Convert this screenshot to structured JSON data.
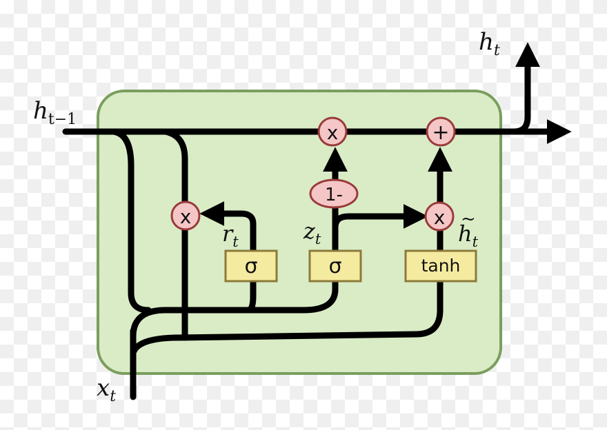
{
  "labels": {
    "h_prev": {
      "base": "h",
      "sub": "t−1"
    },
    "h_out": {
      "base": "h",
      "sub": "t"
    },
    "x_in": {
      "base": "x",
      "sub": "t"
    },
    "r_gate": {
      "base": "r",
      "sub": "t"
    },
    "z_gate": {
      "base": "z",
      "sub": "t"
    },
    "h_cand": {
      "tilde": "~",
      "base": "h",
      "sub": "t"
    }
  },
  "gates": {
    "reset_sigma": "σ",
    "update_sigma": "σ",
    "candidate_tanh": "tanh"
  },
  "operators": {
    "reset_multiply": "x",
    "top_multiply": "x",
    "candidate_multiply": "x",
    "add": "+",
    "one_minus": "1-"
  },
  "colors": {
    "cell_fill": "#d9ecc6",
    "cell_border": "#7a9e5d",
    "gate_fill": "#f5eba0",
    "gate_border": "#8c7a3a",
    "operator_fill": "#f5c6c6",
    "operator_border": "#9a3a3a",
    "wire": "#000000"
  }
}
